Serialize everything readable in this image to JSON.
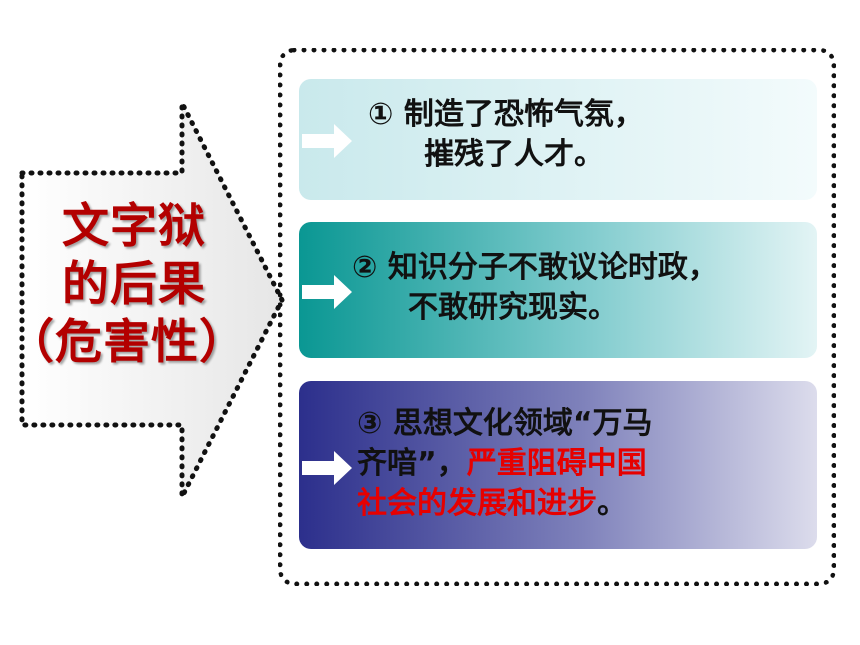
{
  "title": {
    "lines": [
      "文字狱",
      "的后果",
      "（危害性）"
    ]
  },
  "items": [
    {
      "lines": [
        "① 制造了恐怖气氛，",
        "摧残了人才。"
      ]
    },
    {
      "lines": [
        "② 知识分子不敢议论时政，",
        "不敢研究现实。"
      ]
    },
    {
      "lines": [
        "③ 思想文化领域“万马",
        "齐喑”，"
      ],
      "highlight": [
        "严重阻碍中国",
        "社会的发展和进步"
      ],
      "tail": "。"
    }
  ],
  "colors": {
    "title": "#b30000",
    "highlight": "#e60000",
    "box1": "#c9e9ec",
    "box2": "#0a9793",
    "box3": "#2c2f8c"
  }
}
